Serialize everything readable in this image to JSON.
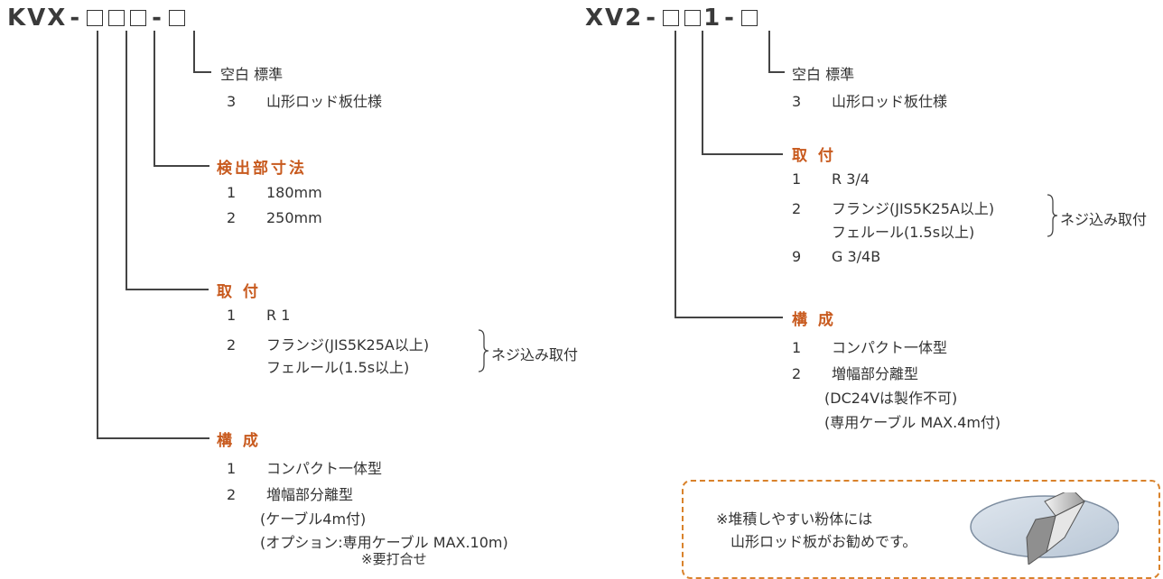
{
  "left": {
    "code_prefix": "KVX",
    "opt1": {
      "line1": "空白 標準",
      "line2_num": "3",
      "line2_text": "山形ロッド板仕様"
    },
    "size": {
      "heading": "検出部寸法",
      "items": [
        {
          "num": "1",
          "text": "180mm"
        },
        {
          "num": "2",
          "text": "250mm"
        }
      ]
    },
    "mount": {
      "heading": "取 付",
      "items": [
        {
          "num": "1",
          "text": "R 1"
        },
        {
          "num": "2",
          "text": "フランジ(JIS5K25A以上)"
        },
        {
          "num": "",
          "text": "フェルール(1.5s以上)"
        }
      ],
      "brace_label": "ネジ込み取付"
    },
    "config": {
      "heading": "構 成",
      "items": [
        {
          "num": "1",
          "text": "コンパクト一体型"
        },
        {
          "num": "2",
          "text": "増幅部分離型"
        }
      ],
      "sub1": "(ケーブル4m付)",
      "sub2": "(オプション:専用ケーブル MAX.10m)",
      "sub3": "※要打合せ"
    }
  },
  "right": {
    "code_prefix": "XV2",
    "code_fixed": "1",
    "opt1": {
      "line1": "空白 標準",
      "line2_num": "3",
      "line2_text": "山形ロッド板仕様"
    },
    "mount": {
      "heading": "取 付",
      "items": [
        {
          "num": "1",
          "text": "R 3/4"
        },
        {
          "num": "2",
          "text": "フランジ(JIS5K25A以上)"
        },
        {
          "num": "",
          "text": "フェルール(1.5s以上)"
        },
        {
          "num": "9",
          "text": "G 3/4B"
        }
      ],
      "brace_label": "ネジ込み取付"
    },
    "config": {
      "heading": "構 成",
      "items": [
        {
          "num": "1",
          "text": "コンパクト一体型"
        },
        {
          "num": "2",
          "text": "増幅部分離型"
        }
      ],
      "sub1": "(DC24Vは製作不可)",
      "sub2": "(専用ケーブル MAX.4m付)"
    }
  },
  "note": {
    "line1": "※堆積しやすい粉体には",
    "line2": "山形ロッド板がお勧めです。"
  },
  "colors": {
    "heading": "#c85a1e",
    "note_border": "#d9822b"
  }
}
